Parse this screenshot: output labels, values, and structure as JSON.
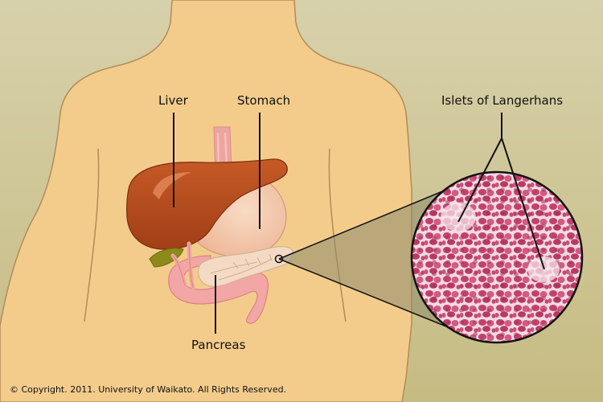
{
  "labels": {
    "liver": "Liver",
    "stomach": "Stomach",
    "islets": "Islets of Langerhans",
    "pancreas": "Pancreas"
  },
  "copyright": "© Copyright. 2011. University of Waikato. All Rights Reserved.",
  "colors": {
    "background_top": "#d6cfa6",
    "background_bottom": "#c7bc84",
    "skin": "#f2cc8c",
    "skin_outline": "#b38a55",
    "liver": "#b54a1d",
    "stomach": "#f3c6a8",
    "intestine": "#f0a0a0",
    "pancreas": "#f2d8c2",
    "gallbladder": "#8f8a1e",
    "tissue": "#c74a72"
  }
}
